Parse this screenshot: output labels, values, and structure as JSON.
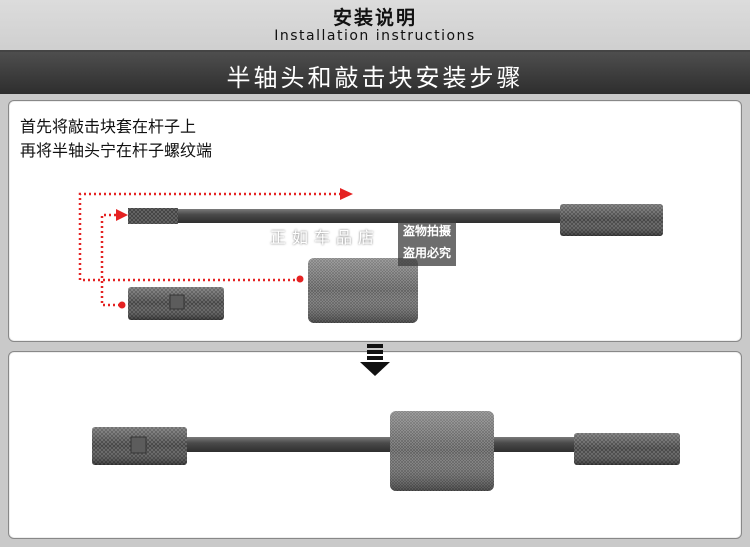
{
  "header": {
    "title_cn": "安装说明",
    "title_en": "Installation instructions"
  },
  "section_title": "半轴头和敲击块安装步骤",
  "step1": {
    "line1": "首先将敲击块套在杆子上",
    "line2": "再将半轴头宁在杆子螺纹端"
  },
  "watermark": {
    "store": "正如车品店",
    "line1": "盗物拍摄",
    "line2": "盗用必究"
  },
  "icons": {
    "step_arrow": "down-arrow-icon",
    "guide_arrow": "dotted-arrow-icon"
  },
  "colors": {
    "guide_red": "#e52222",
    "title_bar": "#3a3a3a",
    "background": "#c9c9c9"
  }
}
